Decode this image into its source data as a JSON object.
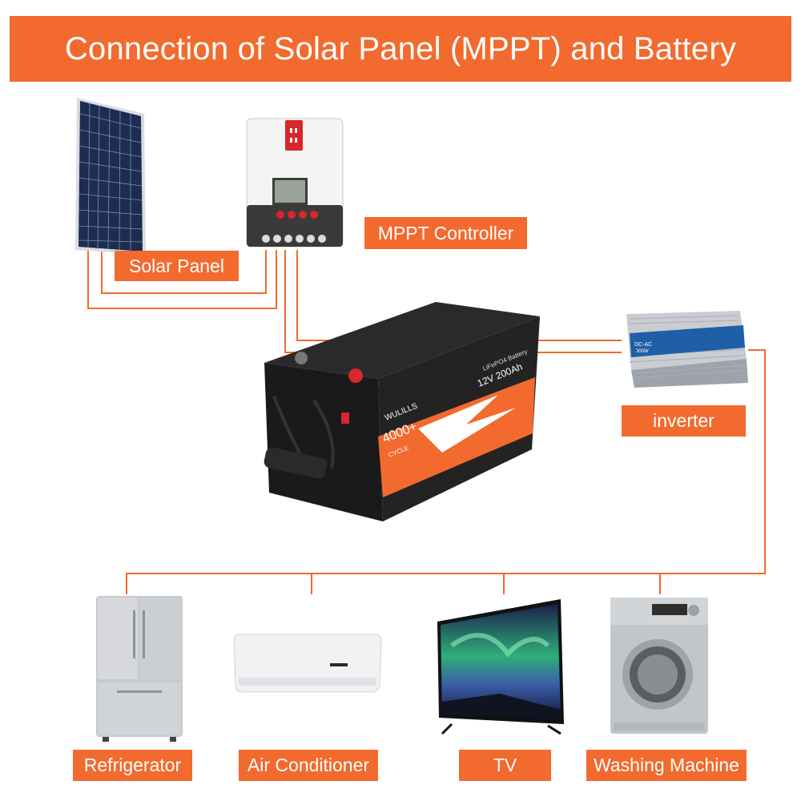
{
  "title": "Connection of Solar Panel (MPPT) and Battery",
  "labels": {
    "solar_panel": "Solar Panel",
    "mppt_controller": "MPPT Controller",
    "inverter": "inverter",
    "refrigerator": "Refrigerator",
    "air_conditioner": "Air Conditioner",
    "tv": "TV",
    "washing_machine": "Washing Machine"
  },
  "battery": {
    "brand": "WULILLS",
    "cycles": "4000+",
    "cycle_word": "CYCLE",
    "type": "LiFePO4 Battery",
    "rating": "12V 200Ah"
  },
  "inverter_device": {
    "text": "DC-AC",
    "power": "300W"
  },
  "colors": {
    "accent": "#f26a2e",
    "wire": "#f26a2e",
    "battery_body": "#1c1c1c",
    "label_text": "#ffffff"
  }
}
